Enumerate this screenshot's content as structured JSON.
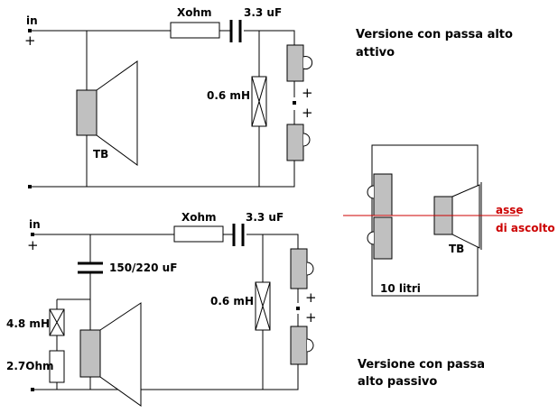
{
  "upper_circuit": {
    "input_label": "in",
    "plus_label": "+",
    "resistor_label": "Xohm",
    "capacitor_label": "3.3 uF",
    "inductor_label": "0.6 mH",
    "woofer_label": "TB",
    "tweeter_plus_1": "+",
    "tweeter_plus_2": "+",
    "caption_line1": "Versione con passa alto",
    "caption_line2": "attivo"
  },
  "lower_circuit": {
    "input_label": "in",
    "plus_label": "+",
    "resistor_label": "Xohm",
    "capacitor_label": "3.3 uF",
    "woofer_cap_label": "150/220 uF",
    "inductor_label": "0.6 mH",
    "zobel_inductor_label": "4.8 mH",
    "zobel_resistor_label": "2.7Ohm",
    "tweeter_plus_1": "+",
    "tweeter_plus_2": "+",
    "caption_line1": "Versione con passa",
    "caption_line2": "alto passivo"
  },
  "cabinet": {
    "volume_label": "10 litri",
    "woofer_label": "TB",
    "axis_label_line1": "asse",
    "axis_label_line2": "di ascolto",
    "axis_color": "#cc0000"
  }
}
